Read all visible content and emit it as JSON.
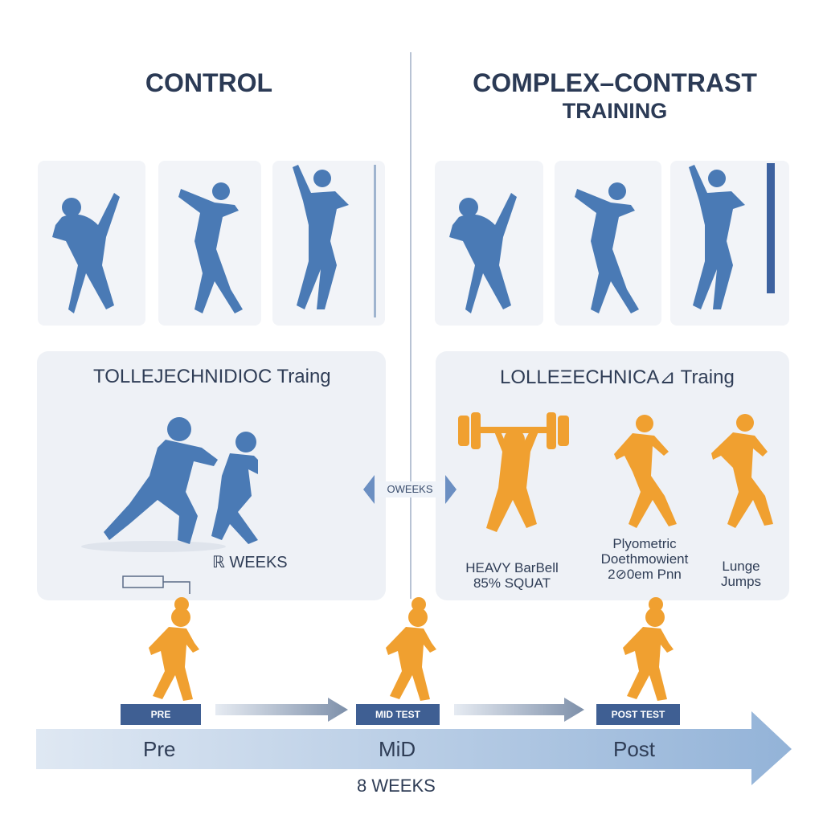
{
  "control": {
    "title": "CONTROL",
    "panel_title": "TOLLEJECHNIDIOC Traing",
    "duration_label": "ℝ WEEKS"
  },
  "complex": {
    "title_line1": "COMPLEX–CONTRAST",
    "title_line2": "TRAINING",
    "panel_title": "LOLLEΞECHNICA⊿ Traing",
    "exercises": [
      {
        "line1": "HEAVY BarBell",
        "line2": "85% SQUAT"
      },
      {
        "line1": "Plyometric",
        "line2": "Doethmowient",
        "line3": "2⊘0em Pnn"
      },
      {
        "line1": "Lunge",
        "line2": "Jumps"
      }
    ]
  },
  "connector": {
    "label": "OWEEKS"
  },
  "timeline": {
    "stages": [
      {
        "tag": "PRE",
        "label": "Pre"
      },
      {
        "tag": "MID TEST",
        "label": "MiD"
      },
      {
        "tag": "POST TEST",
        "label": "Post"
      }
    ],
    "duration": "8 WEEKS"
  },
  "colors": {
    "blue_figure": "#4a7ab5",
    "orange_figure": "#f0a030",
    "tag_bg": "#3f5f93",
    "timeline_arrow": "#b7cde6"
  }
}
